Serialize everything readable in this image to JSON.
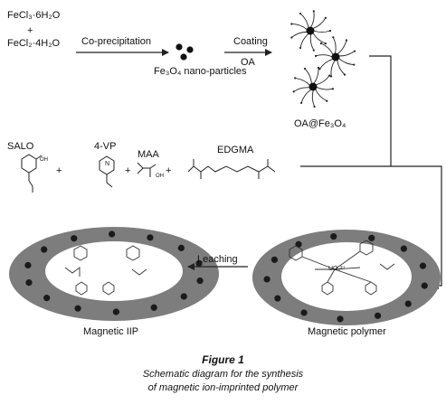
{
  "reagents": {
    "fecl3": "FeCl₃·6H₂O",
    "plus": "+",
    "fecl2": "FeCl₂·4H₂O"
  },
  "steps": {
    "coprecipitation": "Co-precipitation",
    "coating": "Coating",
    "oa": "OA",
    "leaching": "Leaching"
  },
  "products": {
    "nanoparticles": "Fe₃O₄ nano-particles",
    "coated": "OA@Fe₃O₄",
    "magnetic_polymer": "Magnetic polymer",
    "magnetic_iip": "Magnetic IIP"
  },
  "monomers": {
    "salo": "SALO",
    "vp": "4-VP",
    "maa": "MAA",
    "edgma": "EDGMA",
    "plus": "+",
    "oh": "OH",
    "n": "N",
    "uo": "UO₂²⁺"
  },
  "caption": {
    "title": "Figure 1",
    "line1": "Schematic diagram for the synthesis",
    "line2": "of magnetic ion-imprinted polymer"
  },
  "colors": {
    "shell": "#7d7d7d",
    "particle": "#1a1a1a",
    "line": "#222222"
  }
}
